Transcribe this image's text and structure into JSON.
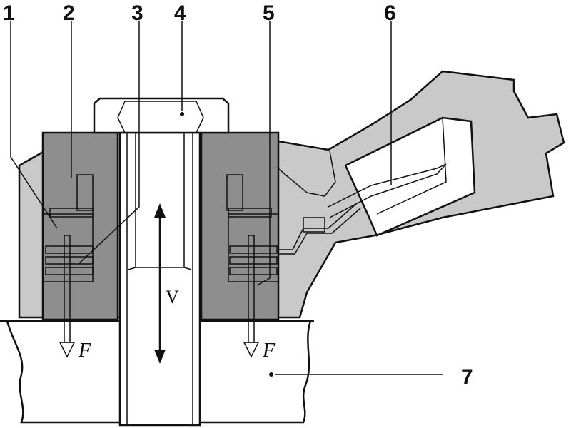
{
  "title": "Knock sensor cross-section",
  "labels": {
    "l1": "1",
    "l2": "2",
    "l3": "3",
    "l4": "4",
    "l5": "5",
    "l6": "6",
    "l7": "7"
  },
  "symbols": {
    "vibration": "V",
    "force_left": "F",
    "force_right": "F"
  },
  "colors": {
    "housing": "#c9c9c9",
    "sleeve": "#8e8e8e",
    "outline": "#111111"
  }
}
